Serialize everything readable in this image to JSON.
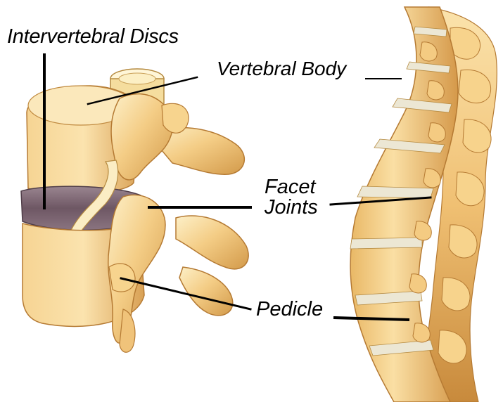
{
  "labels": {
    "intervertebral_discs": "Intervertebral Discs",
    "vertebral_body": "Vertebral Body",
    "facet_line1": "Facet",
    "facet_line2": "Joints",
    "pedicle": "Pedicle"
  },
  "colors": {
    "bone_light": "#fbe6b4",
    "bone_mid": "#f2c57a",
    "bone_dark": "#c98c3e",
    "bone_shadow": "#a8702c",
    "disc": "#7a6470",
    "spine_disc": "#ece7d4",
    "leader_line": "#000000"
  }
}
